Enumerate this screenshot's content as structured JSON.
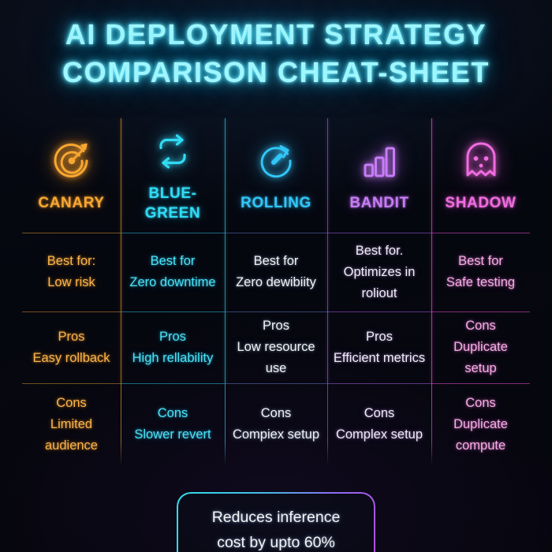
{
  "title": {
    "line1": "AI DEPLOYMENT STRATEGY",
    "line2": "COMPARISON CHEAT-SHEET"
  },
  "columns": [
    {
      "id": "canary",
      "label": "CANARY",
      "icon": "target-icon",
      "color": "#f8a731",
      "rows": [
        {
          "key": "Best for:",
          "value": "Low risk"
        },
        {
          "key": "Pros",
          "value": "Easy rollback"
        },
        {
          "key": "Cons",
          "value": "Limited audience"
        }
      ]
    },
    {
      "id": "blue-green",
      "label": "BLUE-GREEN",
      "icon": "sync-arrows-icon",
      "color": "#2fdcf5",
      "rows": [
        {
          "key": "Best for",
          "value": "Zero downtime"
        },
        {
          "key": "Pros",
          "value": "High rellability"
        },
        {
          "key": "Cons",
          "value": "Slower revert"
        }
      ]
    },
    {
      "id": "rolling",
      "label": "ROLLING",
      "icon": "rolling-gauge-icon",
      "color": "#31c6f7",
      "rows": [
        {
          "key": "Best for",
          "value": "Zero dewibiity"
        },
        {
          "key": "Pros",
          "value": "Low resource use"
        },
        {
          "key": "Cons",
          "value": "Compiex setup"
        }
      ]
    },
    {
      "id": "bandit",
      "label": "BANDIT",
      "icon": "bar-chart-icon",
      "color": "#c77cf5",
      "rows": [
        {
          "key": "Best for.",
          "value": "Optimizes in roliout"
        },
        {
          "key": "Pros",
          "value": "Efficient metrics"
        },
        {
          "key": "Cons",
          "value": "Complex setup"
        }
      ]
    },
    {
      "id": "shadow",
      "label": "SHADOW",
      "icon": "ghost-icon",
      "color": "#f16ce0",
      "rows": [
        {
          "key": "Best for",
          "value": "Safe testing"
        },
        {
          "key": "Cons",
          "value": "Duplicate setup"
        },
        {
          "key": "Cons",
          "value": "Duplicate compute"
        }
      ]
    }
  ],
  "footer": {
    "line1": "Reduces inference",
    "line2": "cost by upto 60%"
  }
}
